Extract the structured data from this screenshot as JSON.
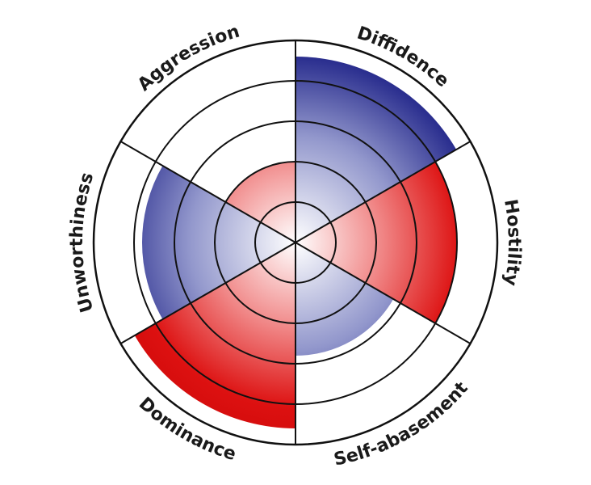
{
  "chart_data": {
    "type": "polar-area",
    "max": 5,
    "rings": [
      1,
      2,
      3,
      4
    ],
    "colors": {
      "blue": "#2b2f8f",
      "red": "#dd1111",
      "outline": "#111111"
    },
    "sectors": [
      {
        "name": "Aggression",
        "value": 2,
        "color": "red"
      },
      {
        "name": "Diffidence",
        "value": 4.6,
        "color": "blue"
      },
      {
        "name": "Hostility",
        "value": 4,
        "color": "red"
      },
      {
        "name": "Self-abasement",
        "value": 2.8,
        "color": "blue"
      },
      {
        "name": "Dominance",
        "value": 4.6,
        "color": "red"
      },
      {
        "name": "Unworthiness",
        "value": 3.8,
        "color": "blue"
      }
    ]
  }
}
